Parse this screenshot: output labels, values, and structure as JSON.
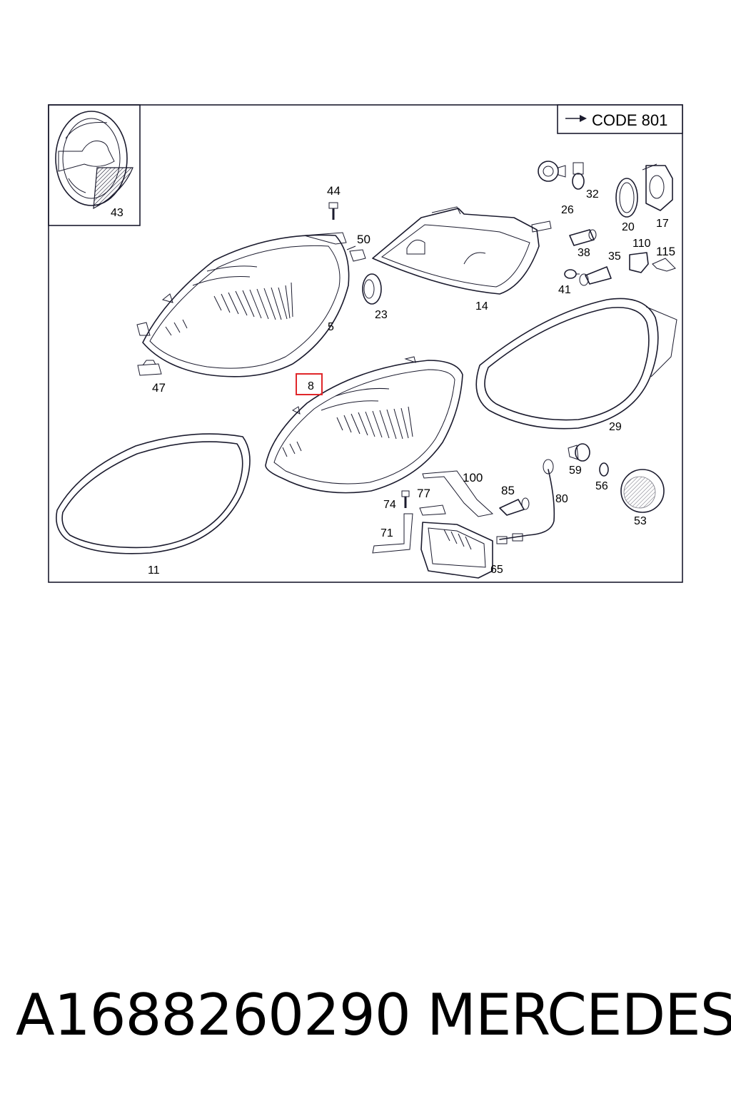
{
  "code_box": {
    "arrow_icon": "right-arrow-icon",
    "label": "CODE 801"
  },
  "callouts": {
    "c43": "43",
    "c44": "44",
    "c50": "50",
    "c5": "5",
    "c23": "23",
    "c47": "47",
    "c8": "8",
    "c14": "14",
    "c26": "26",
    "c32": "32",
    "c20": "20",
    "c17": "17",
    "c110": "110",
    "c115": "115",
    "c38": "38",
    "c35": "35",
    "c41": "41",
    "c29": "29",
    "c11": "11",
    "c100": "100",
    "c59": "59",
    "c56": "56",
    "c53": "53",
    "c85": "85",
    "c80": "80",
    "c74": "74",
    "c77": "77",
    "c71": "71",
    "c65": "65"
  },
  "highlight_color": "#e0272a",
  "footer": {
    "part_number": "A1688260290",
    "brand": "MERCEDES"
  }
}
